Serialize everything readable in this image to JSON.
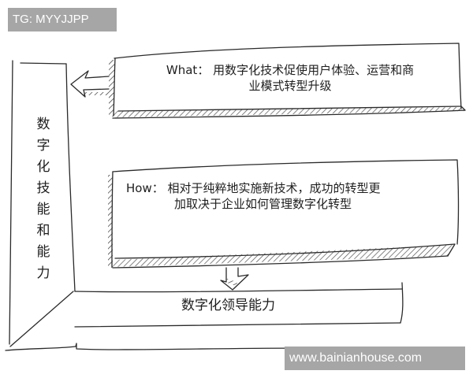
{
  "watermarks": {
    "top": "TG: MYYJJPP",
    "bottom": "www.bainianhouse.com"
  },
  "diagram": {
    "left_column": {
      "label": "数字化技能和能力",
      "chars": [
        "数",
        "字",
        "化",
        "技",
        "能",
        "和",
        "能",
        "力"
      ]
    },
    "what_box": {
      "line1": "What： 用数字化技术促使用户体验、运营和商",
      "line2": "业模式转型升级"
    },
    "how_box": {
      "line1": "How： 相对于纯粹地实施新技术，成功的转型更",
      "line2": "加取决于企业如何管理数字化转型"
    },
    "base_box": {
      "label": "数字化领导能力"
    },
    "arrows": {
      "what_to_left": "arrow-left",
      "how_to_base": "arrow-down"
    },
    "colors": {
      "ink": "#2a2a2a",
      "watermark_bg": "#a6a6a6",
      "background": "#ffffff"
    }
  }
}
